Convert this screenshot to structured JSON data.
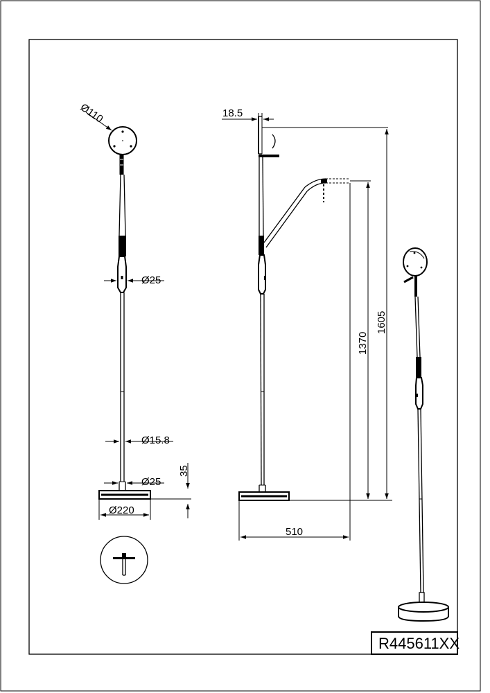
{
  "drawing": {
    "product_code": "R445611XX",
    "front_view": {
      "head_diameter": "Ø110",
      "switch_diameter": "Ø25",
      "pole_diameter": "Ø15.8",
      "pole_base_diameter": "Ø25",
      "base_height": "35",
      "base_diameter": "Ø220"
    },
    "side_view": {
      "head_depth": "18.5",
      "reading_arm_height": "1370",
      "total_height": "1605",
      "reading_arm_reach": "510"
    }
  }
}
